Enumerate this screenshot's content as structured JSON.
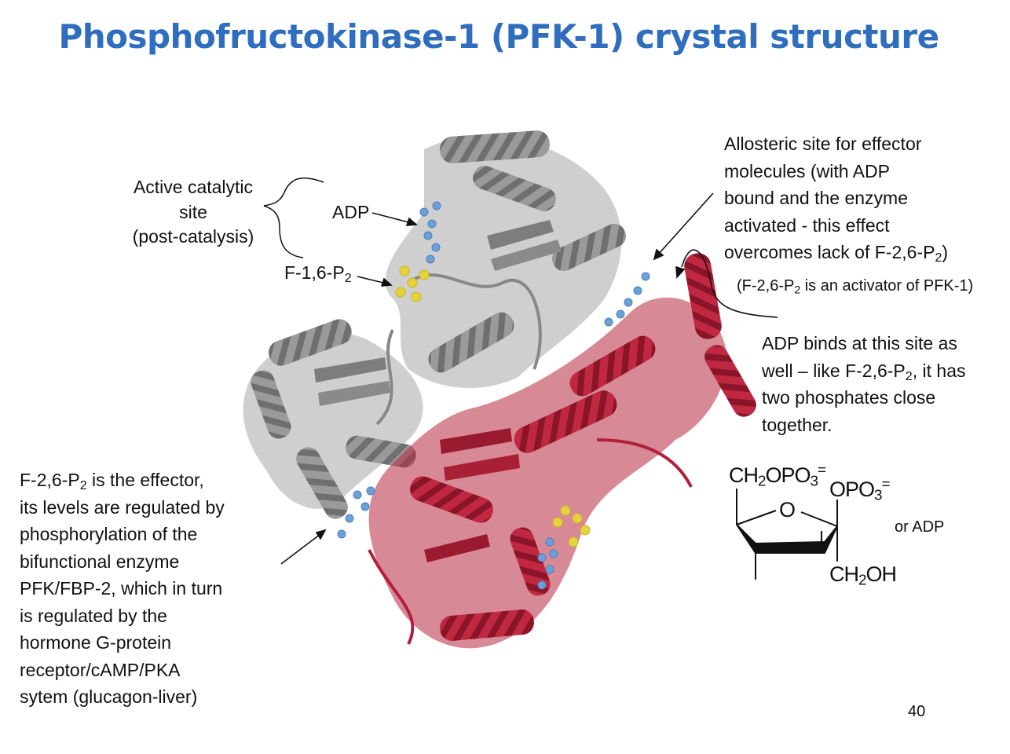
{
  "slide": {
    "title": "Phosphofructokinase-1 (PFK-1) crystal structure",
    "page_number": "40"
  },
  "labels": {
    "active_site": [
      "Active catalytic",
      "site",
      "(post-catalysis)"
    ],
    "adp": "ADP",
    "f16p2_prefix": "F-1,6-P",
    "f16p2_sub": "2",
    "allosteric": {
      "line1": "Allosteric site for effector",
      "line2": "molecules (with ADP",
      "line3": "bound and the enzyme",
      "line4": "activated - this effect",
      "line5_prefix": "overcomes lack of F-2,6-P",
      "line5_sub": "2",
      "line5_suffix": ")"
    },
    "activator_note": {
      "prefix": "(F-2,6-P",
      "sub": "2",
      "suffix": " is an activator of PFK-1)"
    },
    "adp_binds": {
      "line1": "ADP binds at this site as",
      "line2_prefix": "well – like F-2,6-P",
      "line2_sub": "2",
      "line2_suffix": ", it has",
      "line3": "two phosphates close",
      "line4": "together."
    },
    "effector": {
      "line1_prefix": "F-2,6-P",
      "line1_sub": "2",
      "line1_suffix": " is the effector,",
      "lines": [
        "its levels are regulated by",
        "phosphorylation of the",
        "bifunctional enzyme",
        "PFK/FBP-2, which in turn",
        "is regulated by the",
        "hormone G-protein",
        "receptor/cAMP/PKA",
        "sytem (glucagon-liver)"
      ]
    },
    "or_adp": "or ADP"
  },
  "structure": {
    "group1_prefix": "CH",
    "group1_sub": "2",
    "group1_mid": "OPO",
    "group1_sub2": "3",
    "group1_sup": "=",
    "group2_prefix": "OPO",
    "group2_sub": "3",
    "group2_sup": "=",
    "ring_o": "O",
    "group3_prefix": "CH",
    "group3_sub": "2",
    "group3_suffix": "OH"
  },
  "colors": {
    "title": "#2f6dbf",
    "grey_subunit": "#8c8c8c",
    "red_subunit": "#b0203a",
    "ligand_blue": "#6ea0d8",
    "ligand_yellow": "#e6d23a"
  }
}
